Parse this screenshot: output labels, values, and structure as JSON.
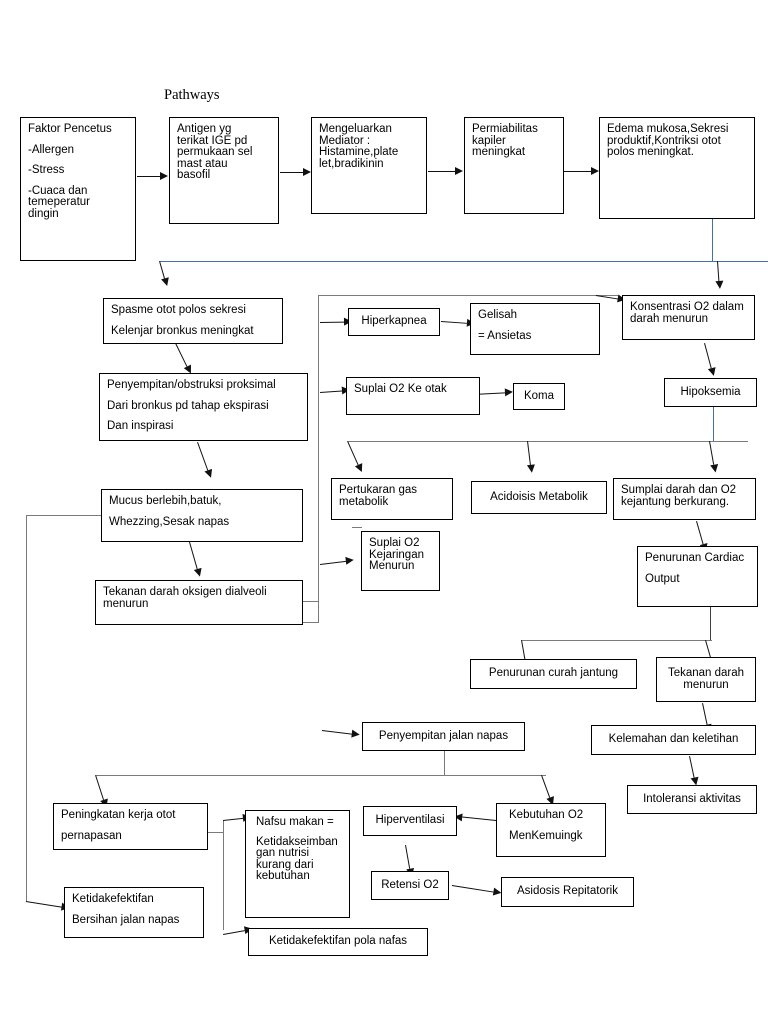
{
  "diagram": {
    "title": "Pathways",
    "type": "flowchart",
    "palette": {
      "box_border": "#000000",
      "background": "#ffffff",
      "connector": "#3f3f3f",
      "connector_blue": "#4472a8",
      "text": "#000000"
    },
    "nodes": [
      {
        "id": "faktor-pencetus",
        "lines": [
          "Faktor Pencetus",
          "-Allergen",
          "-Stress",
          "-Cuaca dan\ntemeperatur\ndingin"
        ]
      },
      {
        "id": "antigen-ige",
        "lines": [
          "Antigen yg\nterikat IGE pd\npermukaan sel\nmast atau\nbasofil"
        ]
      },
      {
        "id": "mengeluarkan-mediator",
        "lines": [
          "Mengeluarkan\nMediator :\nHistamine,plate\nlet,bradikinin"
        ]
      },
      {
        "id": "permiabilitas-kapiler",
        "lines": [
          "Permiabilitas\nkapiler\nmeningkat"
        ]
      },
      {
        "id": "edema-mukosa",
        "lines": [
          "Edema mukosa,Sekresi\nproduktif,Kontriksi otot\npolos meningkat."
        ]
      },
      {
        "id": "spasme-otot-polos",
        "lines": [
          "Spasme otot polos sekresi",
          "Kelenjar bronkus meningkat"
        ]
      },
      {
        "id": "penyempitan-obstruksi",
        "lines": [
          "Penyempitan/obstruksi proksimal",
          "Dari bronkus pd tahap ekspirasi",
          "Dan inspirasi"
        ]
      },
      {
        "id": "mucus-berlebih",
        "lines": [
          "Mucus berlebih,batuk,",
          "Whezzing,Sesak napas"
        ]
      },
      {
        "id": "tekanan-darah-oksigen",
        "lines": [
          "Tekanan darah oksigen dialveoli\nmenurun"
        ]
      },
      {
        "id": "hiperkapnea",
        "lines": [
          "Hiperkapnea"
        ]
      },
      {
        "id": "gelisah-ansietas",
        "lines": [
          "Gelisah",
          "= Ansietas"
        ]
      },
      {
        "id": "suplai-o2-ke-otak",
        "lines": [
          "Suplai O2 Ke otak"
        ]
      },
      {
        "id": "koma",
        "lines": [
          "Koma"
        ]
      },
      {
        "id": "konsentrasi-o2-darah",
        "lines": [
          "Konsentrasi O2 dalam\ndarah menurun"
        ]
      },
      {
        "id": "hipoksemia",
        "lines": [
          "Hipoksemia"
        ]
      },
      {
        "id": "pertukaran-gas",
        "lines": [
          "Pertukaran gas\nmetabolik"
        ]
      },
      {
        "id": "suplai-o2-kejaringan",
        "lines": [
          "Suplai O2\nKejaringan\nMenurun"
        ]
      },
      {
        "id": "acidoisis-metabolik",
        "lines": [
          "Acidoisis Metabolik"
        ]
      },
      {
        "id": "sumplai-darah-jantung",
        "lines": [
          "Sumplai darah dan O2\nkejantung berkurang."
        ]
      },
      {
        "id": "penurunan-cardiac",
        "lines": [
          "Penurunan Cardiac",
          "Output"
        ]
      },
      {
        "id": "penurunan-curah-jantung",
        "lines": [
          "Penurunan curah jantung"
        ]
      },
      {
        "id": "tekanan-darah-menurun",
        "lines": [
          "Tekanan darah\nmenurun"
        ]
      },
      {
        "id": "kelemahan-keletihan",
        "lines": [
          "Kelemahan dan keletihan"
        ]
      },
      {
        "id": "intoleransi-aktivitas",
        "lines": [
          "Intoleransi aktivitas"
        ]
      },
      {
        "id": "penyempitan-jalan-napas",
        "lines": [
          "Penyempitan jalan napas"
        ]
      },
      {
        "id": "peningkatan-kerja-otot",
        "lines": [
          "Peningkatan kerja otot",
          "pernapasan"
        ]
      },
      {
        "id": "nafsu-makan",
        "lines": [
          "Nafsu makan =",
          "Ketidakseimban\ngan nutrisi\nkurang dari\nkebutuhan"
        ]
      },
      {
        "id": "hiperventilasi",
        "lines": [
          "Hiperventilasi"
        ]
      },
      {
        "id": "kebutuhan-o2",
        "lines": [
          "Kebutuhan O2",
          "MenKemuingk"
        ]
      },
      {
        "id": "retensi-o2",
        "lines": [
          "Retensi O2"
        ]
      },
      {
        "id": "asidosis-repitatorik",
        "lines": [
          "Asidosis Repitatorik"
        ]
      },
      {
        "id": "ketidakefektifan-bersihan",
        "lines": [
          "Ketidakefektifan",
          "Bersihan jalan napas"
        ]
      },
      {
        "id": "ketidakefektifan-pola",
        "lines": [
          "Ketidakefektifan pola nafas"
        ]
      }
    ]
  }
}
